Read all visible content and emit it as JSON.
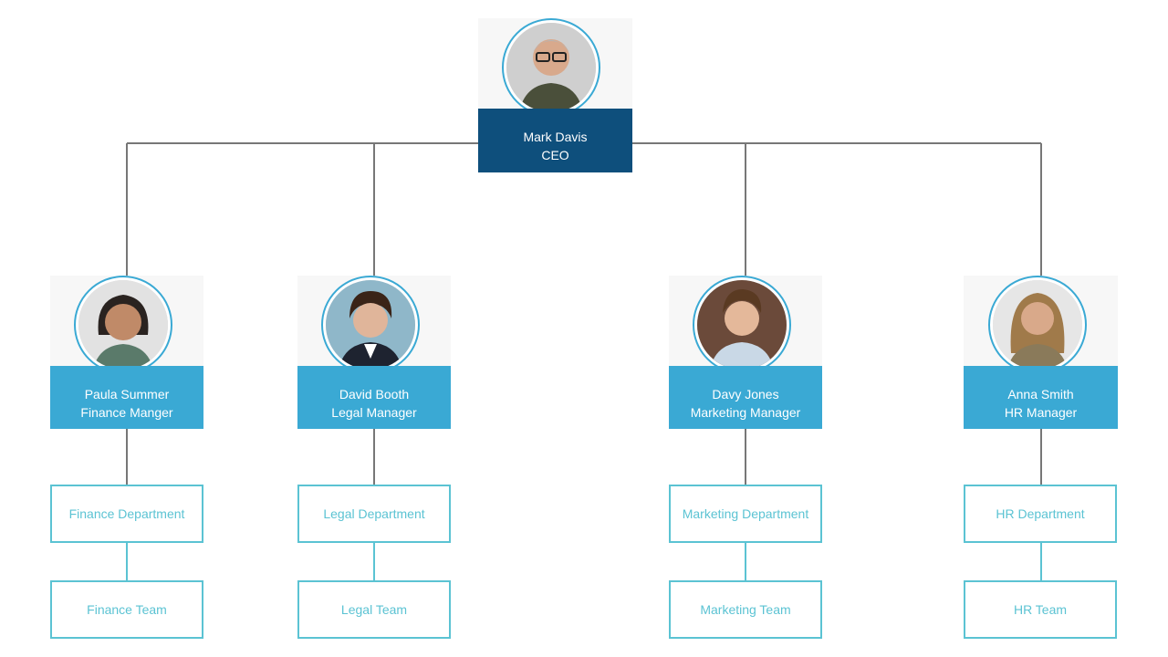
{
  "colors": {
    "ceo_bar": "#0e4f7c",
    "manager_bar": "#3aa9d4",
    "department_border": "#5bc3d3",
    "connector": "#777777"
  },
  "ceo": {
    "name": "Mark Davis",
    "title": "CEO",
    "icon": "person-photo"
  },
  "managers": [
    {
      "name": "Paula Summer",
      "title": "Finance Manger",
      "department": "Finance Department",
      "team": "Finance Team",
      "icon": "person-photo"
    },
    {
      "name": "David Booth",
      "title": "Legal Manager",
      "department": "Legal Department",
      "team": "Legal Team",
      "icon": "person-photo"
    },
    {
      "name": "Davy Jones",
      "title": "Marketing Manager",
      "department": "Marketing Department",
      "team": "Marketing Team",
      "icon": "person-photo"
    },
    {
      "name": "Anna Smith",
      "title": "HR Manager",
      "department": "HR Department",
      "team": "HR Team",
      "icon": "person-photo"
    }
  ]
}
